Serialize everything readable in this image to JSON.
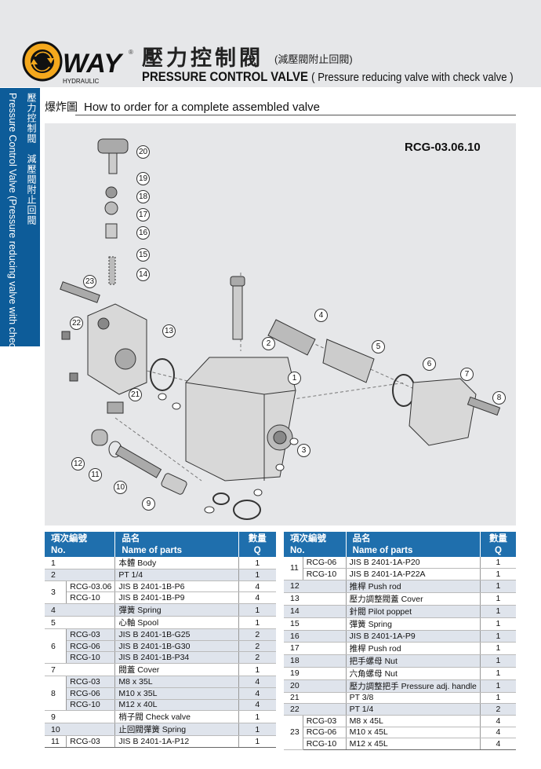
{
  "header": {
    "logo_text": "WAY",
    "logo_sub": "HYDRAULIC",
    "registered": "®",
    "title_zh": "壓力控制閥",
    "title_zh_sub": "(減壓閥附止回閥)",
    "title_en": "PRESSURE CONTROL VALVE",
    "title_en_sub": "( Pressure reducing valve with check valve )"
  },
  "sidebar": {
    "zh": "壓力控制閥　減壓閥附止回閥",
    "en": "Pressure Control Valve (Pressure reducing valve with check valve)"
  },
  "section": {
    "zh": "爆炸圖",
    "title": "How to order for a complete assembled valve"
  },
  "diagram": {
    "model": "RCG-03.06.10",
    "callouts": [
      "1",
      "2",
      "3",
      "4",
      "5",
      "6",
      "7",
      "8",
      "9",
      "10",
      "11",
      "12",
      "13",
      "14",
      "15",
      "16",
      "17",
      "18",
      "19",
      "20",
      "21",
      "22",
      "23"
    ]
  },
  "table_headers": {
    "no_zh": "項次編號",
    "no": "No.",
    "name_zh": "品名",
    "name": "Name of parts",
    "q_zh": "數量",
    "q": "Q"
  },
  "left_rows": [
    {
      "no": "1",
      "model": "",
      "name": "本體 Body",
      "q": "1"
    },
    {
      "no": "2",
      "model": "",
      "name": "PT 1/4",
      "q": "1"
    },
    {
      "no": "3",
      "model": "RCG-03.06",
      "name": "JIS B 2401-1B-P6",
      "q": "4"
    },
    {
      "no": "",
      "model": "RCG-10",
      "name": "JIS B 2401-1B-P9",
      "q": "4"
    },
    {
      "no": "4",
      "model": "",
      "name": "彈簧 Spring",
      "q": "1"
    },
    {
      "no": "5",
      "model": "",
      "name": "心軸 Spool",
      "q": "1"
    },
    {
      "no": "6",
      "model": "RCG-03",
      "name": "JIS B 2401-1B-G25",
      "q": "2"
    },
    {
      "no": "",
      "model": "RCG-06",
      "name": "JIS B 2401-1B-G30",
      "q": "2"
    },
    {
      "no": "",
      "model": "RCG-10",
      "name": "JIS B 2401-1B-P34",
      "q": "2"
    },
    {
      "no": "7",
      "model": "",
      "name": "閥蓋 Cover",
      "q": "1"
    },
    {
      "no": "8",
      "model": "RCG-03",
      "name": "M8 x 35L",
      "q": "4"
    },
    {
      "no": "",
      "model": "RCG-06",
      "name": "M10 x 35L",
      "q": "4"
    },
    {
      "no": "",
      "model": "RCG-10",
      "name": "M12 x 40L",
      "q": "4"
    },
    {
      "no": "9",
      "model": "",
      "name": "梢子閥 Check valve",
      "q": "1"
    },
    {
      "no": "10",
      "model": "",
      "name": "止回閥彈簧 Spring",
      "q": "1"
    },
    {
      "no": "11",
      "model": "RCG-03",
      "name": "JIS B 2401-1A-P12",
      "q": "1"
    }
  ],
  "right_rows": [
    {
      "no": "11",
      "model": "RCG-06",
      "name": "JIS B 2401-1A-P20",
      "q": "1"
    },
    {
      "no": "",
      "model": "RCG-10",
      "name": "JIS B 2401-1A-P22A",
      "q": "1"
    },
    {
      "no": "12",
      "model": "",
      "name": "推桿 Push rod",
      "q": "1"
    },
    {
      "no": "13",
      "model": "",
      "name": "壓力調整閥蓋 Cover",
      "q": "1"
    },
    {
      "no": "14",
      "model": "",
      "name": "針閥 Pilot poppet",
      "q": "1"
    },
    {
      "no": "15",
      "model": "",
      "name": "彈簧 Spring",
      "q": "1"
    },
    {
      "no": "16",
      "model": "",
      "name": "JIS B 2401-1A-P9",
      "q": "1"
    },
    {
      "no": "17",
      "model": "",
      "name": "推桿 Push rod",
      "q": "1"
    },
    {
      "no": "18",
      "model": "",
      "name": "把手螺母 Nut",
      "q": "1"
    },
    {
      "no": "19",
      "model": "",
      "name": "六角螺母 Nut",
      "q": "1"
    },
    {
      "no": "20",
      "model": "",
      "name": "壓力調整把手 Pressure adj. handle",
      "q": "1"
    },
    {
      "no": "21",
      "model": "",
      "name": "PT 3/8",
      "q": "1"
    },
    {
      "no": "22",
      "model": "",
      "name": "PT 1/4",
      "q": "2"
    },
    {
      "no": "23",
      "model": "RCG-03",
      "name": "M8 x 45L",
      "q": "4"
    },
    {
      "no": "",
      "model": "RCG-06",
      "name": "M10 x 45L",
      "q": "4"
    },
    {
      "no": "",
      "model": "RCG-10",
      "name": "M12 x 45L",
      "q": "4"
    }
  ]
}
